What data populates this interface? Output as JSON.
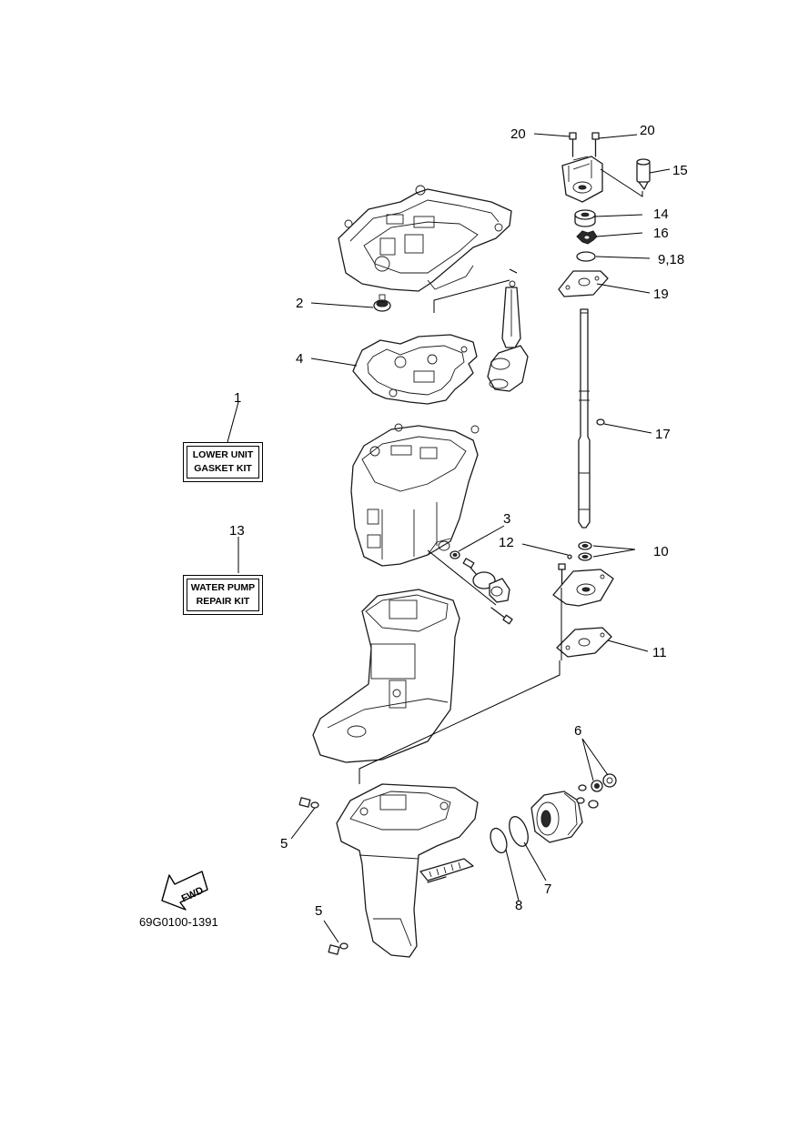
{
  "diagram_code": "69G0100-1391",
  "kits": {
    "lower_unit": {
      "line1": "LOWER UNIT",
      "line2": "GASKET KIT",
      "ref": "1"
    },
    "water_pump": {
      "line1": "WATER PUMP",
      "line2": "REPAIR KIT",
      "ref": "13"
    }
  },
  "fwd_label": "FWD",
  "callouts": {
    "c1": "1",
    "c2": "2",
    "c3": "3",
    "c4": "4",
    "c5a": "5",
    "c5b": "5",
    "c6": "6",
    "c7": "7",
    "c8": "8",
    "c9_18": "9,18",
    "c10": "10",
    "c11": "11",
    "c12": "12",
    "c13": "13",
    "c14": "14",
    "c15": "15",
    "c16": "16",
    "c17": "17",
    "c19": "19",
    "c20a": "20",
    "c20b": "20"
  }
}
